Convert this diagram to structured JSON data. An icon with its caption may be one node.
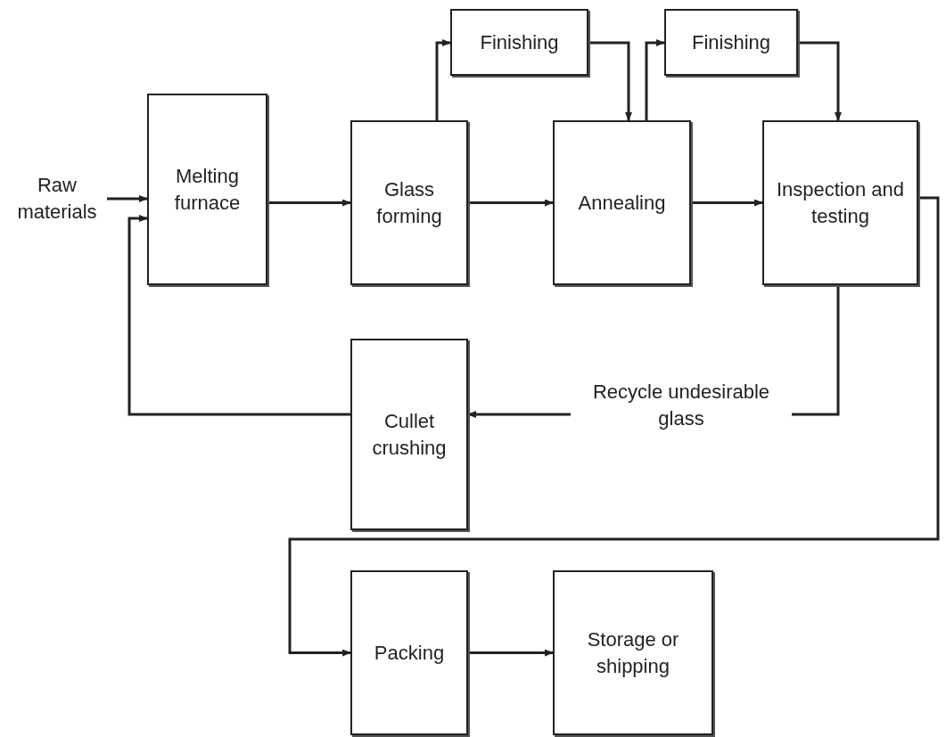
{
  "diagram": {
    "nodes": [
      {
        "text": [
          "Raw materials"
        ]
      },
      {
        "text": [
          "Melting furnace"
        ]
      },
      {
        "text": [
          "Glass forming"
        ]
      },
      {
        "text": [
          "Finishing"
        ]
      },
      {
        "text": [
          "Annealing"
        ]
      },
      {
        "text": [
          "Finishing"
        ]
      },
      {
        "text": [
          "Inspection and testing"
        ]
      },
      {
        "text": [
          "Cullet crushing"
        ]
      },
      {
        "text": [
          "Packing"
        ]
      },
      {
        "text": [
          "Storage or shipping"
        ]
      }
    ],
    "edges": [
      {
        "from": 0,
        "to": 1,
        "arrow": "to"
      },
      {
        "from": 1,
        "to": 2,
        "arrow": "to"
      },
      {
        "from": 2,
        "to": 3,
        "arrow": "to"
      },
      {
        "from": 3,
        "to": 4,
        "arrow": "to"
      },
      {
        "from": 2,
        "to": 4,
        "arrow": "to"
      },
      {
        "from": 4,
        "to": 5,
        "arrow": "to"
      },
      {
        "from": 5,
        "to": 6,
        "arrow": "to"
      },
      {
        "from": 4,
        "to": 6,
        "arrow": "to"
      },
      {
        "from": 6,
        "to": 7,
        "arrow": "to",
        "label": "Recycle undesirable glass"
      },
      {
        "from": 7,
        "to": 1,
        "arrow": "to"
      },
      {
        "from": 6,
        "to": 8,
        "arrow": "to"
      },
      {
        "from": 8,
        "to": 9,
        "arrow": "to"
      }
    ]
  }
}
